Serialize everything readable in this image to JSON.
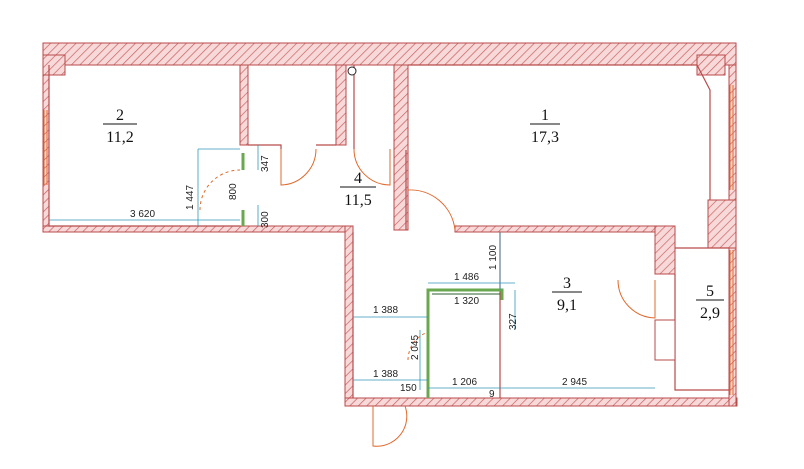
{
  "rooms": [
    {
      "number": "1",
      "area": "17,3"
    },
    {
      "number": "2",
      "area": "11,2"
    },
    {
      "number": "3",
      "area": "9,1"
    },
    {
      "number": "4",
      "area": "11,5"
    },
    {
      "number": "5",
      "area": "2,9"
    }
  ],
  "dimensions": {
    "d3620": "3 620",
    "d1447": "1 447",
    "d800": "800",
    "d347": "347",
    "d300": "300",
    "d1100": "1 100",
    "d1486": "1 486",
    "d1320": "1 320",
    "d327": "327",
    "d1388a": "1 388",
    "d2045": "2 045",
    "d1388b": "1 388",
    "d150": "150",
    "d1206": "1 206",
    "d9": "9",
    "d2945": "2 945"
  },
  "colors": {
    "wall": "#b94a4a",
    "door": "#e0692c",
    "dimension": "#2f98b8",
    "partition": "#6aa84f"
  }
}
